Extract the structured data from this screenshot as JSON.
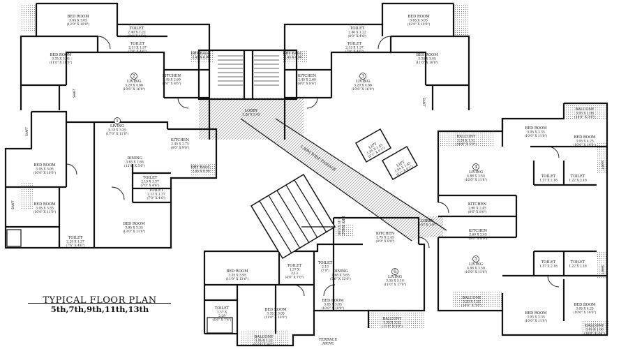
{
  "plan": {
    "title": "TYPICAL FLOOR PLAN",
    "floors": "5th,7th,9th,11th,13th"
  },
  "rooms": [
    {
      "name": "BED ROOM",
      "dims": [
        "3.65 X 3.05",
        "(12'0\" X 10'0\")"
      ]
    },
    {
      "name": "TOILET",
      "dims": [
        "2.40 X 1.22",
        "(8'0\" X 4'0\")"
      ]
    },
    {
      "name": "TOILET",
      "dims": [
        "2.13 X 1.37",
        "(7'0\" X 4'6\")"
      ]
    },
    {
      "name": "BED ROOM",
      "dims": [
        "3.35 X 3.05",
        "(11'0\" X 10'0\")"
      ]
    },
    {
      "name": "LIVING",
      "num": "2",
      "dims": [
        "3.20 X 4.88",
        "(10'6\" X 16'0\")"
      ]
    },
    {
      "name": "KITCHEN",
      "dims": [
        "2.45 X 2.60",
        "(8'0\" X 8'6\")"
      ]
    },
    {
      "name": "DRY BALC.",
      "dims": [
        "2.45 X 0.90"
      ]
    },
    {
      "name": "BED ROOM",
      "dims": [
        "3.65 X 3.05",
        "(12'0\" X 10'0\")"
      ]
    },
    {
      "name": "TOILET",
      "dims": [
        "2.40 X 1.22",
        "(8'0\" X 4'0\")"
      ]
    },
    {
      "name": "TOILET",
      "dims": [
        "2.13 X 1.37",
        "(7'0\" X 4'6\")"
      ]
    },
    {
      "name": "BED ROOM",
      "dims": [
        "3.35 X 3.05",
        "(11'0\" X 10'0\")"
      ]
    },
    {
      "name": "LIVING",
      "num": "3",
      "dims": [
        "3.20 X 4.88",
        "(10'6\" X 16'0\")"
      ]
    },
    {
      "name": "KITCHEN",
      "dims": [
        "2.45 X 2.60",
        "(8'0\" X 8'6\")"
      ]
    },
    {
      "name": "DRY BALC.",
      "dims": [
        "2.45 X 0.90"
      ]
    },
    {
      "name": "LOBBY",
      "dims": [
        "3.26 X 3.05"
      ]
    },
    {
      "name": "LIVING",
      "num": "1",
      "dims": [
        "5.18 X 3.35",
        "(17'0\" X 11'0\")"
      ]
    },
    {
      "name": "KITCHEN",
      "dims": [
        "2.45 X 2.75",
        "(8'0\" X 9'0\")"
      ]
    },
    {
      "name": "DINING",
      "dims": [
        "3.65 X 1.68",
        "(12'0\" X 5'6\")"
      ]
    },
    {
      "name": "DRY BALC.",
      "dims": [
        "2.45 X 0.90"
      ]
    },
    {
      "name": "BED ROOM",
      "dims": [
        "3.05 X 3.05",
        "(10'0\" X 10'0\")"
      ]
    },
    {
      "name": "TOILET",
      "dims": [
        "2.13 X 1.37",
        "(7'0\" X 4'6\")"
      ]
    },
    {
      "name": "TOILET",
      "dims": [
        "2.13 X 1.37",
        "(7'0\" X 4'6\")"
      ]
    },
    {
      "name": "BED ROOM",
      "dims": [
        "3.05 X 3.35",
        "(10'0\" X 11'0\")"
      ]
    },
    {
      "name": "TOILET",
      "dims": [
        "2.29 X 1.37",
        "(7'6\" X 4'6\")"
      ]
    },
    {
      "name": "BED ROOM",
      "dims": [
        "3.95 X 3.35",
        "(13'0\" X 11'0\")"
      ]
    },
    {
      "name": "LIFT",
      "dims": [
        "1.85 X 1.85",
        "(6'1\" X 6'1\")"
      ]
    },
    {
      "name": "LIFT",
      "dims": [
        "1.85 X 1.85",
        "(6'1\" X 6'1\")"
      ]
    },
    {
      "name": "1.80M WIDE PASSAGE",
      "dims": []
    },
    {
      "name": "BALCONY",
      "dims": [
        "3.05 X 1.06",
        "(10'0\" X 3'6\")"
      ]
    },
    {
      "name": "BED ROOM",
      "dims": [
        "3.05 X 3.35",
        "(10'0\" X 11'0\")"
      ]
    },
    {
      "name": "BED ROOM",
      "dims": [
        "3.05 X 4.25",
        "(10'0\" X 14'0\")"
      ]
    },
    {
      "name": "BALCONY",
      "dims": [
        "3.20 X 1.52",
        "(10'6\" X 5'0\")"
      ]
    },
    {
      "name": "LIVING",
      "num": "4",
      "dims": [
        "4.88 X 3.50",
        "(16'0\" X 11'6\")"
      ]
    },
    {
      "name": "TOILET",
      "dims": [
        "1.37 X 2.16"
      ]
    },
    {
      "name": "TOILET",
      "dims": [
        "1.22 X 2.16"
      ]
    },
    {
      "name": "KITCHEN",
      "dims": [
        "2.60 X 2.45",
        "(8'6\" X 8'0\")"
      ]
    },
    {
      "name": "LOBBY",
      "dims": [
        "2.57 X 1.97"
      ]
    },
    {
      "name": "KITCHEN",
      "dims": [
        "2.60 X 2.45",
        "(8'6\" X 8'0\")"
      ]
    },
    {
      "name": "LIVING",
      "num": "5",
      "dims": [
        "4.88 X 3.50",
        "(16'0\" X 11'6\")"
      ]
    },
    {
      "name": "TOILET",
      "dims": [
        "1.37 X 2.16"
      ]
    },
    {
      "name": "TOILET",
      "dims": [
        "1.22 X 2.16"
      ]
    },
    {
      "name": "BALCONY",
      "dims": [
        "3.20 X 1.52",
        "(10'6\" X 5'0\")"
      ]
    },
    {
      "name": "BED ROOM",
      "dims": [
        "3.05 X 4.25",
        "(10'0\" X 14'0\")"
      ]
    },
    {
      "name": "BED ROOM",
      "dims": [
        "3.05 X 3.35",
        "(10'0\" X 11'0\")"
      ]
    },
    {
      "name": "BALCONY",
      "dims": [
        "3.05 X 1.06",
        "(10'0\" X 3'6\")"
      ]
    },
    {
      "name": "KITCHEN",
      "dims": [
        "2.75 X 2.45",
        "(9'0\" X 8'0\")"
      ]
    },
    {
      "name": "DRY BALC.",
      "dims": [
        "2.45 X 0.90"
      ]
    },
    {
      "name": "TOILET",
      "dims": [
        "2.13",
        "(7'0\")"
      ]
    },
    {
      "name": "DINING",
      "dims": [
        "1.68 X 3.65",
        "(5'6\" X 12'0\")"
      ]
    },
    {
      "name": "LIVING",
      "num": "6",
      "dims": [
        "3.35 X 5.18",
        "(11'0\" X 17'0\")"
      ]
    },
    {
      "name": "BED ROOM",
      "dims": [
        "3.35 X 3.95",
        "(11'0\" X 13'0\")"
      ]
    },
    {
      "name": "TOILET",
      "dims": [
        "1.37 X",
        "2.13",
        "(4'6\" X 7'0\")"
      ]
    },
    {
      "name": "TOILET",
      "dims": [
        "1.37 X",
        "2.29",
        "(4'6\" X 7'6\")"
      ]
    },
    {
      "name": "BED ROOM",
      "dims": [
        "3.35 X 3.05",
        "(11'0\" X 10'0\")"
      ]
    },
    {
      "name": "BED ROOM",
      "dims": [
        "3.05 X 3.05",
        "(10'0\" X 10'0\")"
      ]
    },
    {
      "name": "BALCONY",
      "dims": [
        "3.35 X 1.52",
        "(11'0\" X 5'0\")"
      ]
    },
    {
      "name": "BALCONY",
      "dims": [
        "3.35 X 1.22",
        "(11'0\" X 4'0\")"
      ]
    },
    {
      "name": "TERRACE",
      "dims": [
        "ABOVE"
      ]
    }
  ]
}
